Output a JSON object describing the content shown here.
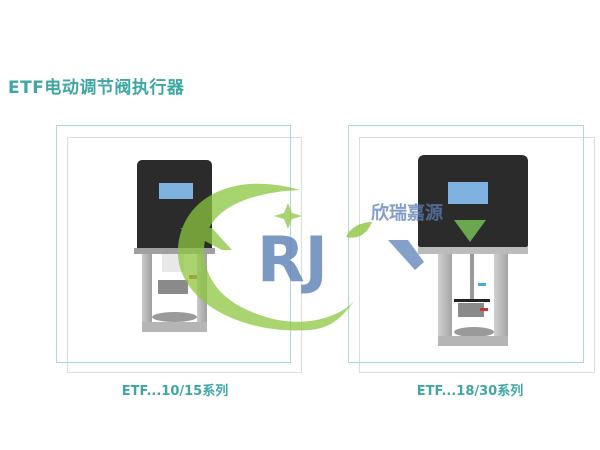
{
  "title": "ETF电动调节阀执行器",
  "products": [
    {
      "caption": "ETF...10/15系列",
      "model": "ETF...10/15"
    },
    {
      "caption": "ETF...18/30系列",
      "model": "ETF...18/30"
    }
  ],
  "watermark": {
    "logo_letters": "RJ",
    "company_name": "欣瑞嘉源"
  },
  "colors": {
    "accent_teal": "#3ea6a3",
    "frame_teal": "#a8dcd8",
    "frame_gray": "#dcdcdc",
    "logo_green": "#8cc63f",
    "logo_blue": "#5b80b5"
  }
}
